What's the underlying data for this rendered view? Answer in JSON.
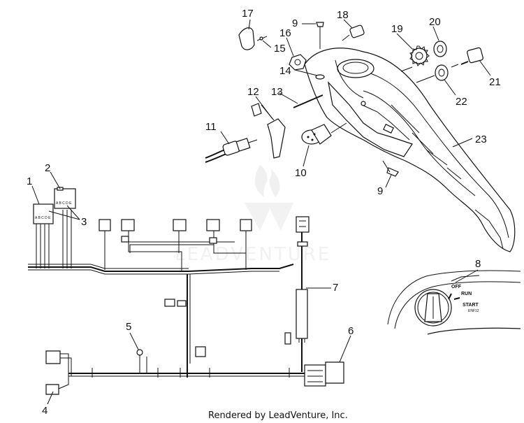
{
  "callouts": {
    "c1": "1",
    "c2": "2",
    "c3": "3",
    "c4": "4",
    "c5": "5",
    "c6": "6",
    "c7": "7",
    "c8": "8",
    "c9a": "9",
    "c9b": "9",
    "c10": "10",
    "c11": "11",
    "c12": "12",
    "c13": "13",
    "c14": "14",
    "c15": "15",
    "c16": "16",
    "c17": "17",
    "c18": "18",
    "c19": "19",
    "c20": "20",
    "c21": "21",
    "c22": "22",
    "c23": "23"
  },
  "switch_labels": {
    "off": "OFF",
    "run": "RUN",
    "start": "START",
    "start_sub": "ENF12"
  },
  "connector_codes": {
    "conn1": "A B C D E",
    "conn2": "A B C D E"
  },
  "watermark": "LEADVENTURE",
  "credit": "Rendered by LeadVenture, Inc."
}
